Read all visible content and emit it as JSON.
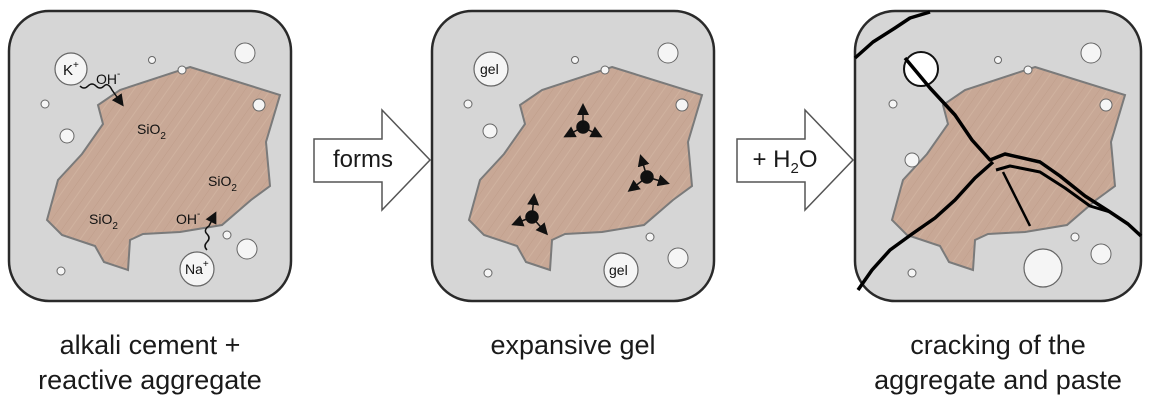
{
  "panels": [
    {
      "id": "panel-1",
      "caption_line1": "alkali cement +",
      "caption_line2": "reactive aggregate"
    },
    {
      "id": "panel-2",
      "caption_line1": "expansive gel",
      "caption_line2": ""
    },
    {
      "id": "panel-3",
      "caption_line1": "cracking of the",
      "caption_line2": "aggregate and paste"
    }
  ],
  "arrows": {
    "first": {
      "label": "forms"
    },
    "second": {
      "label_prefix": "+ H",
      "label_sub": "2",
      "label_suffix": "O"
    }
  },
  "labels": {
    "k_ion": "K",
    "na_ion": "Na",
    "plus": "+",
    "hydroxide": "OH",
    "minus": "-",
    "silica": "SiO",
    "silica_sub": "2",
    "gel": "gel"
  },
  "colors": {
    "paste": "#d6d6d6",
    "aggregate": "#c8a896",
    "outline": "#2a2a2a",
    "bubble": "#f5f5f5",
    "crack": "#000000"
  }
}
